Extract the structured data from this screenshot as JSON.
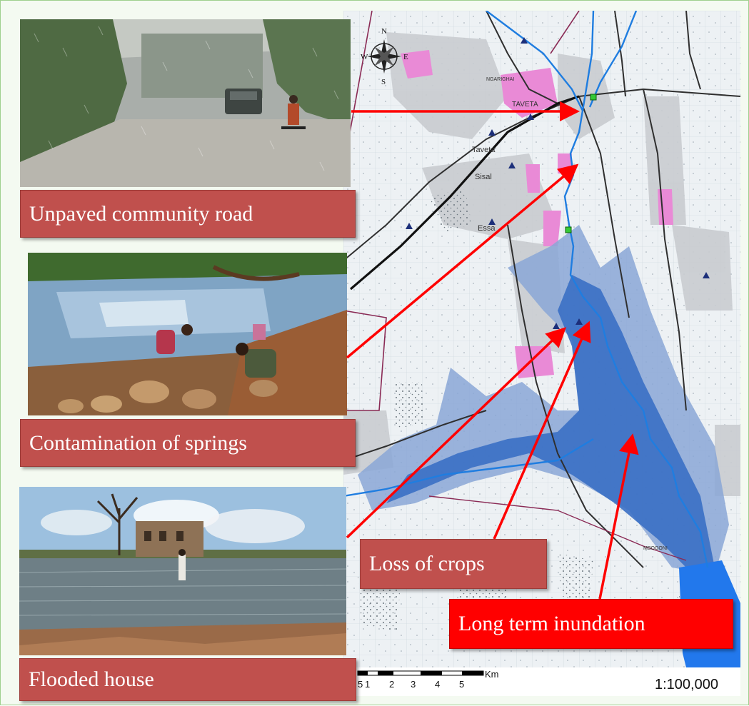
{
  "labels": {
    "road": "Unpaved community road",
    "springs": "Contamination of springs",
    "house": "Flooded house",
    "crops": "Loss of crops",
    "inundation": "Long term inundation"
  },
  "map": {
    "compass": {
      "n": "N",
      "s": "S",
      "e": "E",
      "w": "W"
    },
    "place_names": {
      "taveta_town": "TAVETA",
      "taveta": "Taveta",
      "sisal": "Sisal",
      "essa": "Essa",
      "njukini": "NGARIGHAI",
      "mbogoni": "MBOGONI"
    },
    "scale_bar": {
      "unit": "Km",
      "ticks": [
        "5",
        "1",
        "2",
        "3",
        "4",
        "5"
      ],
      "ratio": "1:100,000"
    }
  },
  "colors": {
    "label_bg": "#c0504d",
    "label_bright_bg": "#ff0000",
    "arrow": "#ff0000",
    "flood_deep": "#3a6fc4",
    "flood_shallow": "#8aa7d6",
    "river": "#1f7de0",
    "settlement": "#e98ad6"
  }
}
